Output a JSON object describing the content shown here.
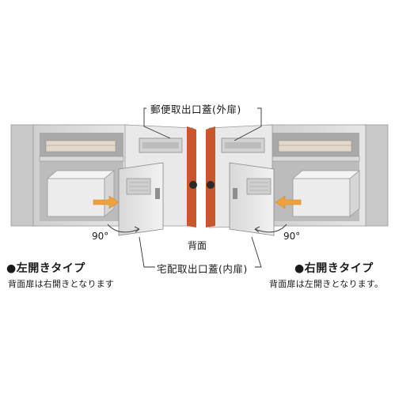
{
  "labels": {
    "outer_door": "郵便取出口蓋(外扉)",
    "inner_door": "宅配取出口蓋(内扉)",
    "back": "背面",
    "angle_left": "90°",
    "angle_right": "90°"
  },
  "left_type": {
    "title": "●左開きタイプ",
    "note": "背面扉は右開きとなります"
  },
  "right_type": {
    "title": "●右開きタイプ",
    "note": "背面扉は左開きとなります。"
  },
  "colors": {
    "cabinet": "#dcdcdc",
    "cabinet_shade": "#bdbdbd",
    "door_orange": "#c9572c",
    "arrow_orange": "#f0a23a",
    "parcel": "#e8e8e8"
  }
}
